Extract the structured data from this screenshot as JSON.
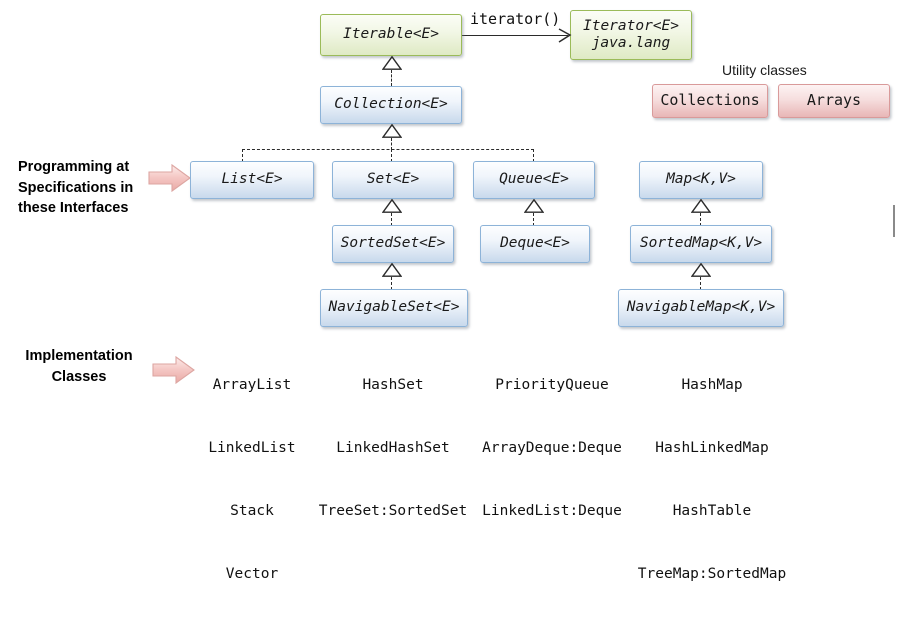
{
  "diagram": {
    "title_hidden": "Java Collections Framework hierarchy",
    "nodes": {
      "iterable": "Iterable<E>",
      "iterator_line1": "Iterator<E>",
      "iterator_line2": "java.lang",
      "collection": "Collection<E>",
      "list": "List<E>",
      "set": "Set<E>",
      "queue": "Queue<E>",
      "sortedset": "SortedSet<E>",
      "deque": "Deque<E>",
      "navigableset": "NavigableSet<E>",
      "map": "Map<K,V>",
      "sortedmap": "SortedMap<K,V>",
      "navigablemap": "NavigableMap<K,V>",
      "collections": "Collections",
      "arrays": "Arrays"
    },
    "edge_labels": {
      "iterator_call": "iterator()"
    },
    "annotations": {
      "utility_classes": "Utility classes",
      "spec_label_line1": "Programming at",
      "spec_label_line2": "Specifications in",
      "spec_label_line3": "these Interfaces",
      "impl_label_line1": "Implementation",
      "impl_label_line2": "Classes"
    },
    "implementations": {
      "list": [
        "ArrayList",
        "LinkedList",
        "Stack",
        "Vector"
      ],
      "set": [
        "HashSet",
        "LinkedHashSet",
        "TreeSet:SortedSet"
      ],
      "queue": [
        "PriorityQueue",
        "ArrayDeque:Deque",
        "LinkedList:Deque"
      ],
      "map": [
        "HashMap",
        "HashLinkedMap",
        "HashTable",
        "TreeMap:SortedMap"
      ]
    },
    "colors": {
      "green_border": "#9bbb59",
      "blue_border": "#8db3d8",
      "pink_border": "#d99a9a",
      "line": "#2b2b2b",
      "callout_arrow": "#f0bdbb"
    }
  }
}
